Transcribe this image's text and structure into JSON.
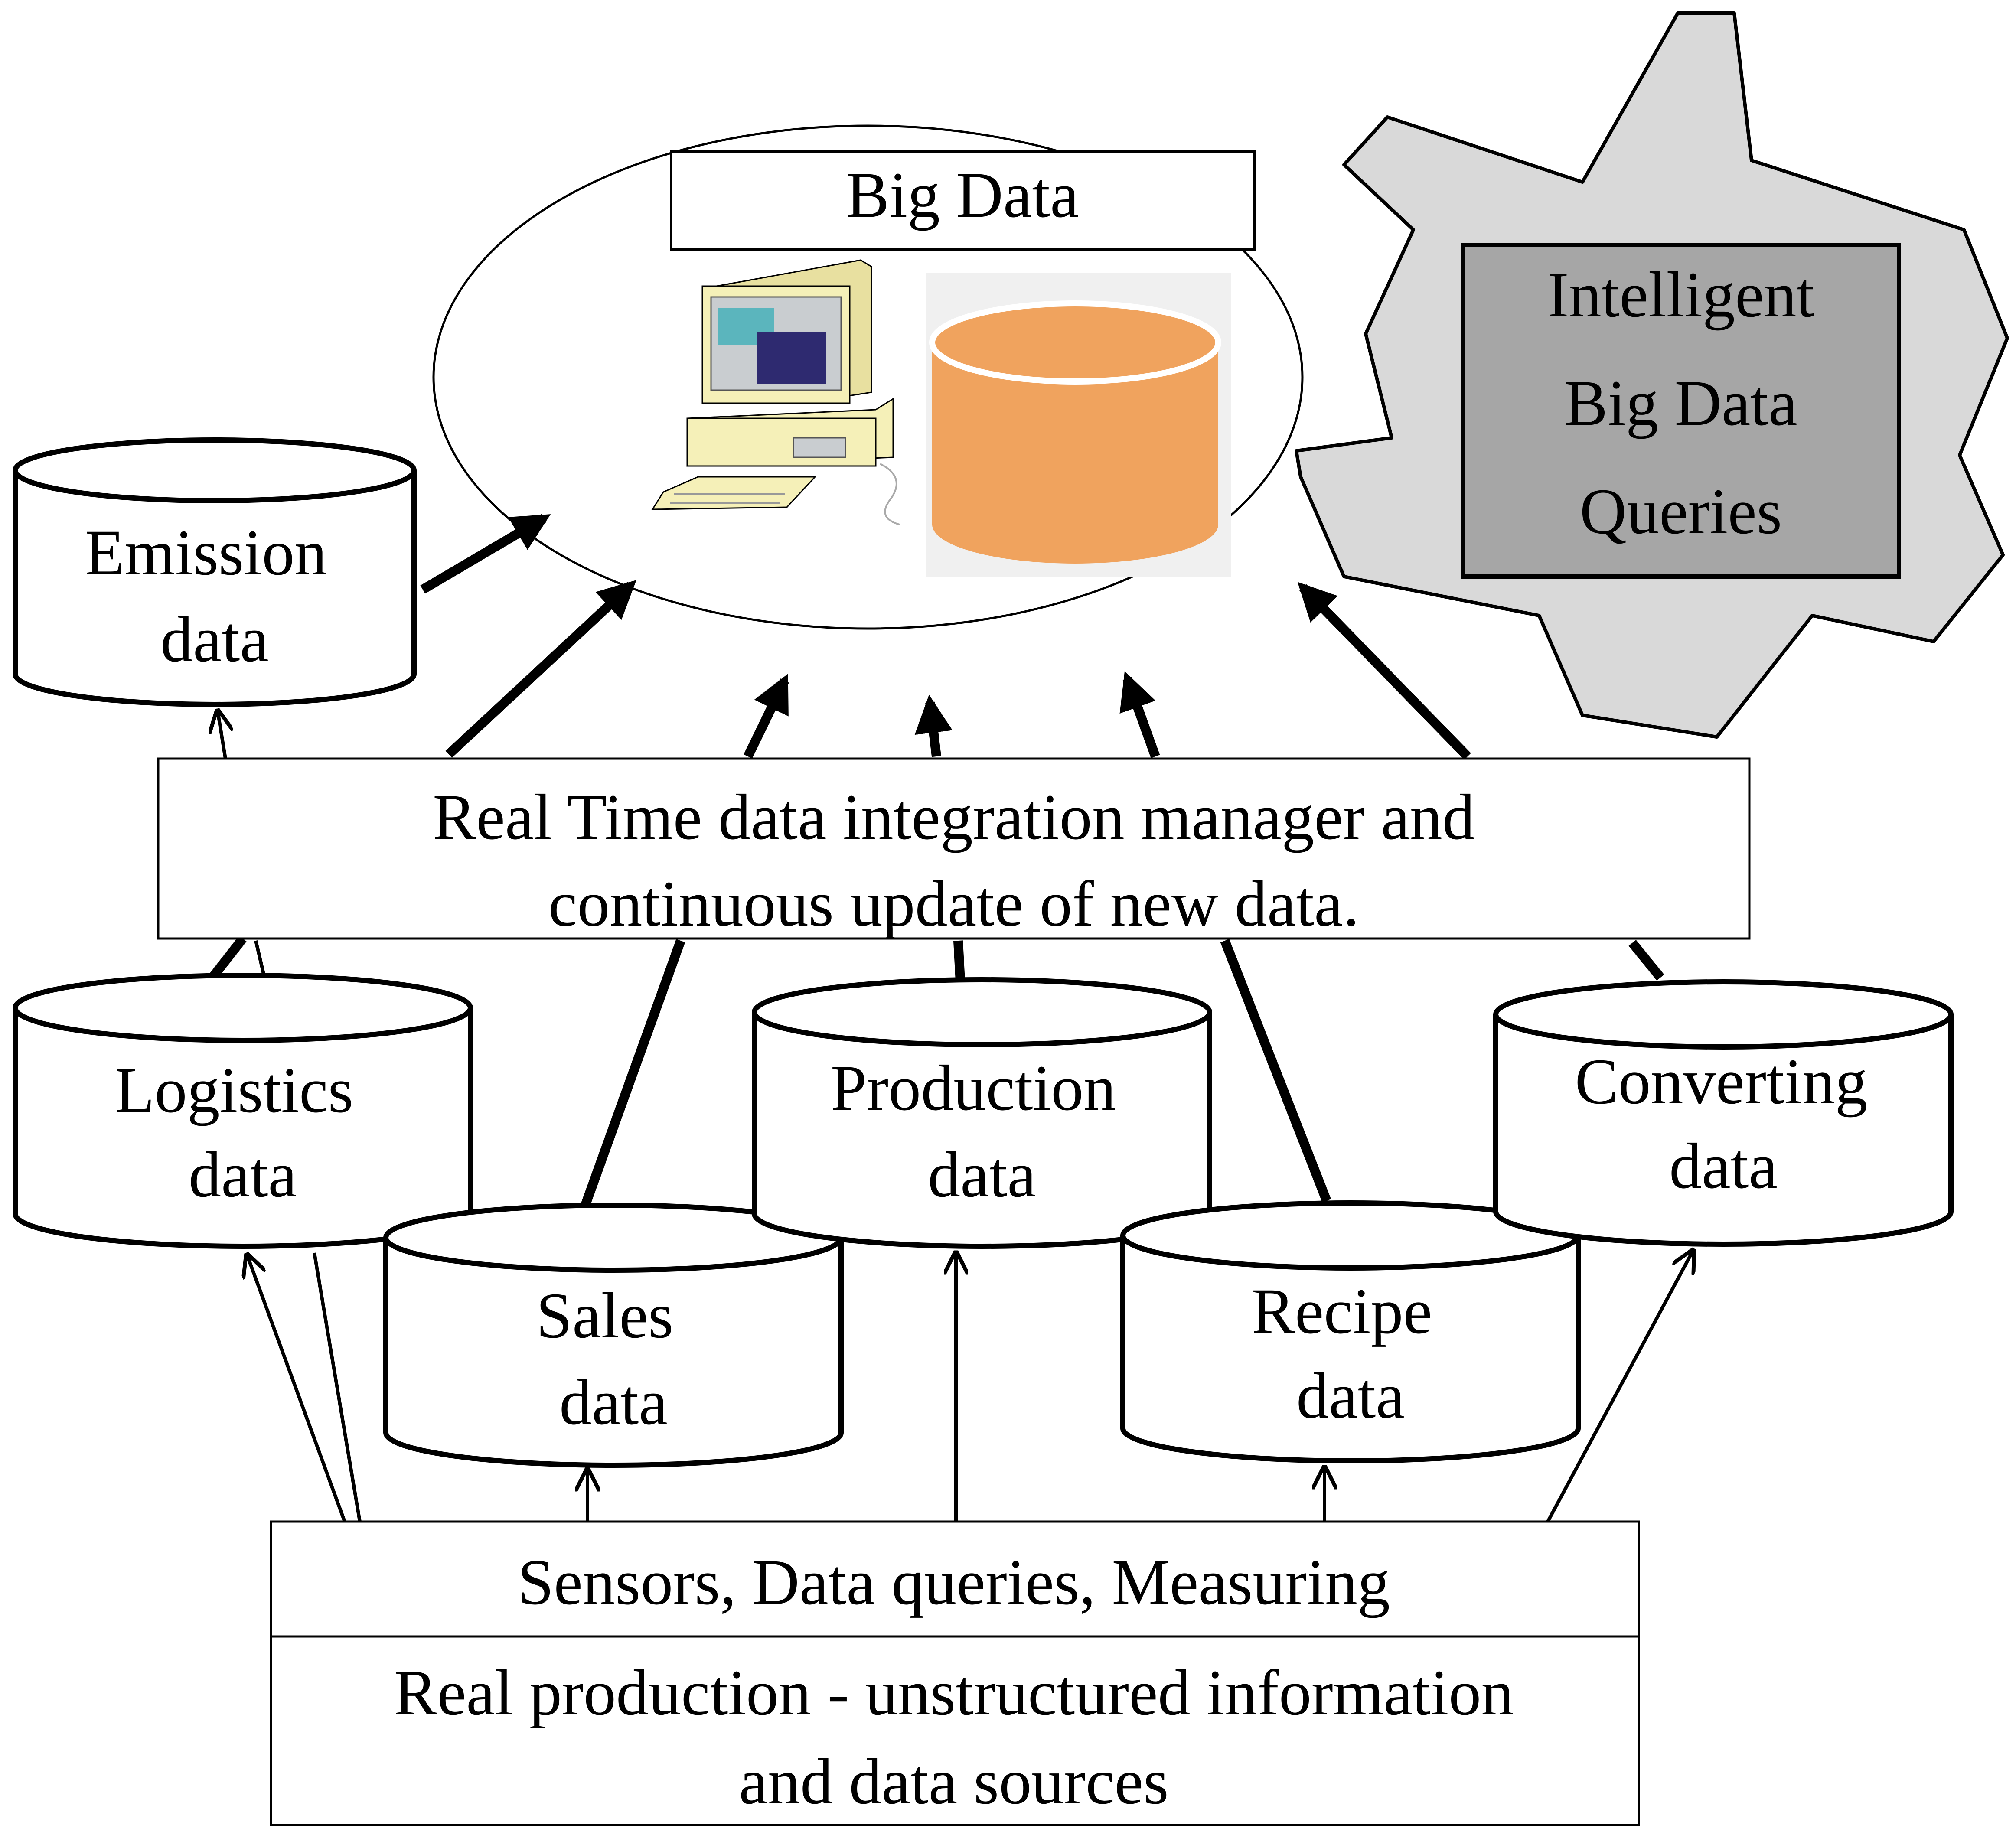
{
  "big_data": {
    "title": "Big Data"
  },
  "intelligent_queries": {
    "lines": [
      "Intelligent",
      "Big Data",
      "Queries"
    ]
  },
  "databases": {
    "emission": {
      "lines": [
        "Emission",
        "data"
      ]
    },
    "logistics": {
      "lines": [
        "Logistics",
        "data"
      ]
    },
    "sales": {
      "lines": [
        "Sales",
        "data"
      ]
    },
    "production": {
      "lines": [
        "Production",
        "data"
      ]
    },
    "recipe": {
      "lines": [
        "Recipe",
        "data"
      ]
    },
    "converting": {
      "lines": [
        "Converting",
        "data"
      ]
    }
  },
  "integration_manager": {
    "lines": [
      "Real Time data integration manager and",
      "continuous update of new data."
    ]
  },
  "sensors": {
    "label": "Sensors, Data queries, Measuring"
  },
  "real_production": {
    "lines": [
      "Real production - unstructured information",
      "and data sources"
    ]
  },
  "colors": {
    "gear": "#d9d9d9",
    "query_box": "#a6a6a6",
    "cylinder_icon": "#f0a35e",
    "computer_body": "#f5f0b8",
    "screen_dark": "#2e2a70",
    "screen_teal": "#5bb5bd"
  },
  "icons": [
    "computer-icon",
    "database-icon",
    "gear-icon"
  ]
}
